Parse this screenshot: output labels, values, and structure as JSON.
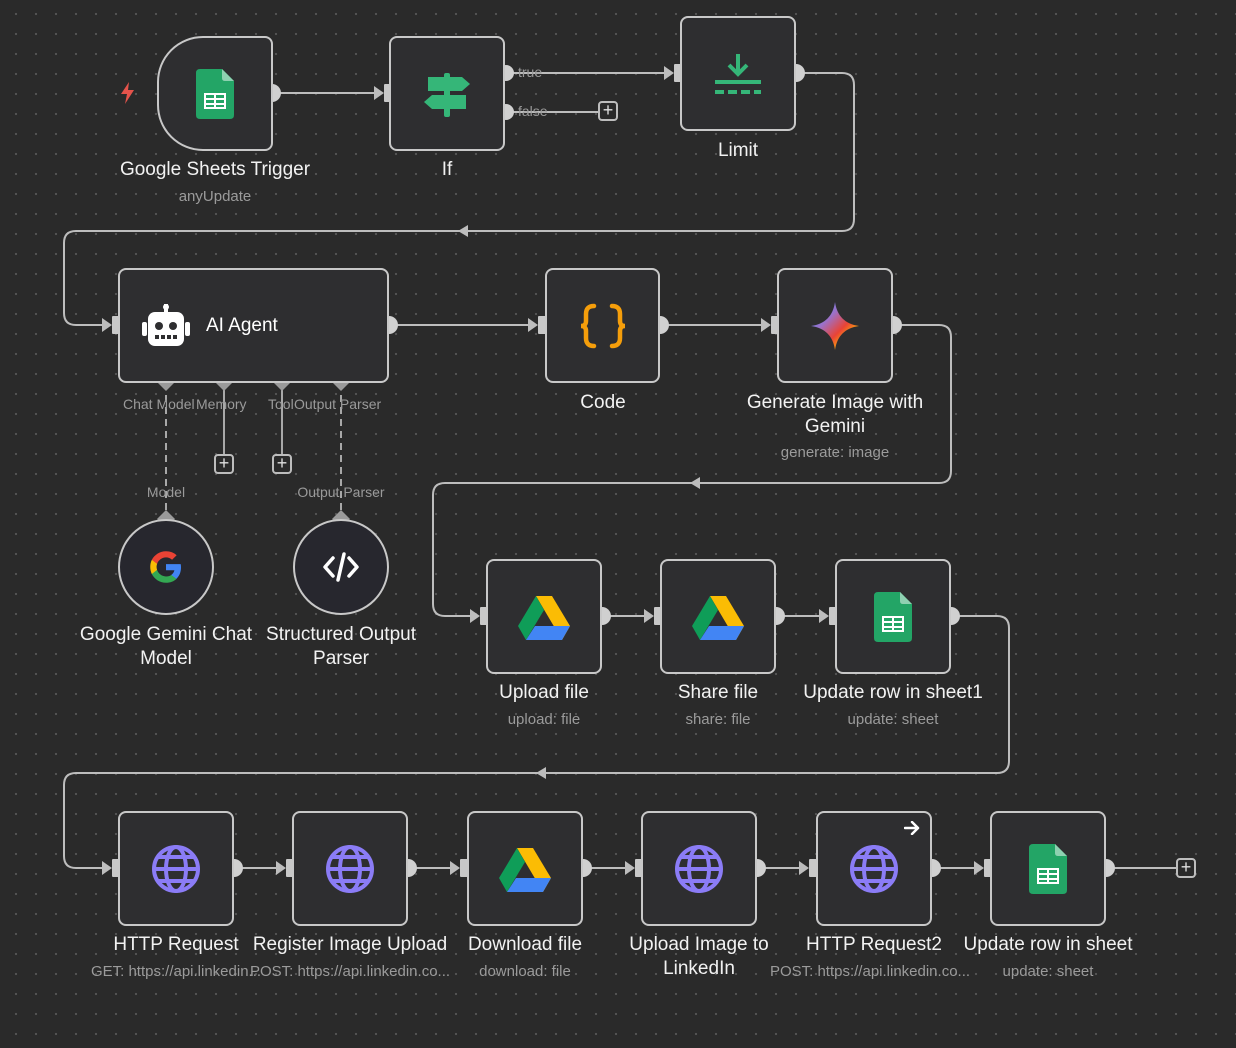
{
  "nodes": {
    "sheets_trigger": {
      "title": "Google Sheets Trigger",
      "subtitle": "anyUpdate"
    },
    "if": {
      "title": "If",
      "true_label": "true",
      "false_label": "false"
    },
    "limit": {
      "title": "Limit"
    },
    "ai_agent": {
      "title": "AI Agent",
      "ports": [
        "Chat Model",
        "Memory",
        "Tool",
        "Output Parser"
      ]
    },
    "code": {
      "title": "Code"
    },
    "gemini_image": {
      "title": "Generate Image with\nGemini",
      "subtitle": "generate: image"
    },
    "gemini_chat": {
      "title": "Google Gemini Chat\nModel",
      "port": "Model"
    },
    "output_parser": {
      "title": "Structured Output\nParser",
      "port": "Output Parser"
    },
    "upload_file": {
      "title": "Upload file",
      "subtitle": "upload: file"
    },
    "share_file": {
      "title": "Share file",
      "subtitle": "share: file"
    },
    "update_row1": {
      "title": "Update row in sheet1",
      "subtitle": "update: sheet"
    },
    "http_request": {
      "title": "HTTP Request",
      "subtitle": "GET: https://api.linkedin..."
    },
    "register_upload": {
      "title": "Register Image Upload",
      "subtitle": "POST: https://api.linkedin.co..."
    },
    "download_file": {
      "title": "Download file",
      "subtitle": "download: file"
    },
    "upload_linkedin": {
      "title": "Upload Image to\nLinkedIn"
    },
    "http_request2": {
      "title": "HTTP Request2",
      "subtitle": "POST: https://api.linkedin.co..."
    },
    "update_row": {
      "title": "Update row in sheet",
      "subtitle": "update: sheet"
    }
  },
  "plus_symbol": "+",
  "icons": {
    "sheets": "google-sheets-icon",
    "if": "signpost-icon",
    "limit": "download-icon",
    "robot": "robot-icon",
    "code": "curly-braces-icon",
    "gemini": "gemini-sparkle-icon",
    "google": "google-g-icon",
    "parser": "code-tag-icon",
    "drive": "google-drive-icon",
    "http": "globe-icon",
    "trigger": "lightning-icon",
    "arrow": "arrow-right-icon"
  },
  "colors": {
    "canvas": "#2a2a2a",
    "node_bg": "#2e2e30",
    "node_border": "#c8c8c8",
    "edge": "#bdbdbd",
    "sheets_green": "#23a566",
    "trigger_red": "#e5534b",
    "code_orange": "#f59e0b",
    "globe_purple": "#8b7cf6",
    "if_green": "#35b678"
  }
}
